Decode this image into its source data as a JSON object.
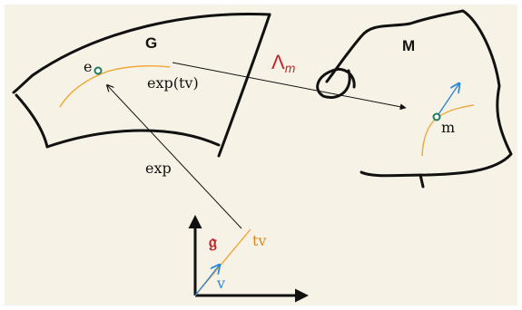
{
  "labels": {
    "group": "G",
    "manifold": "M",
    "identity": "e",
    "point_m": "m",
    "exp_curve": "exp(tv)",
    "action_map": "Λ",
    "action_map_sub": "m",
    "exp_map": "exp",
    "lie_algebra": "𝔤",
    "scaled_vector": "tv",
    "vector": "v"
  },
  "colors": {
    "background": "#f6f3e6",
    "curve": "#f0a73a",
    "vector": "#2f86d6",
    "point": "#1e7b5c",
    "accent_red": "#c0272d",
    "ink": "#111111"
  }
}
